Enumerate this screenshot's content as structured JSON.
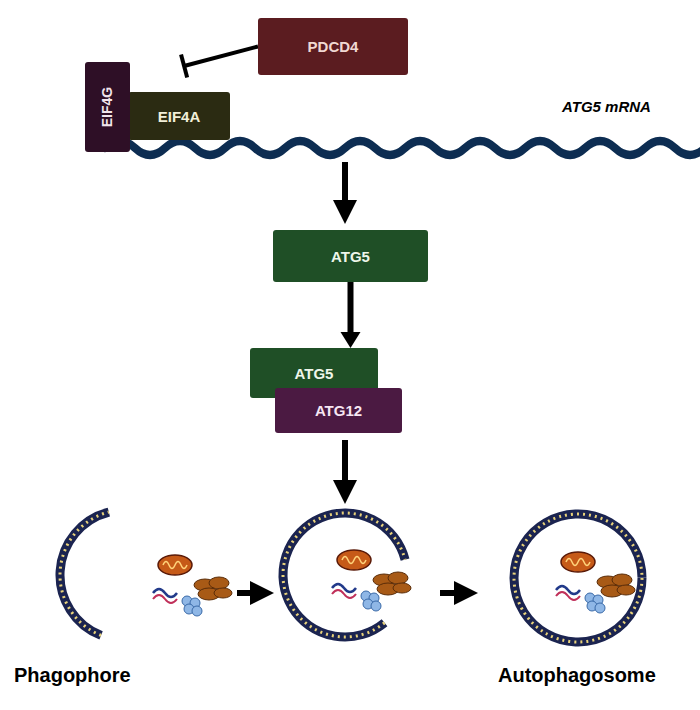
{
  "diagram": {
    "nodes": [
      {
        "text": [
          "PDCD4"
        ]
      },
      {
        "text": [
          "EIF4G"
        ]
      },
      {
        "text": [
          "EIF4A"
        ]
      },
      {
        "text": [
          "ATG5"
        ]
      },
      {
        "text": [
          "ATG5"
        ]
      },
      {
        "text": [
          "ATG12"
        ]
      }
    ],
    "edges": [
      {
        "from": 0,
        "to": 2,
        "arrow": "to"
      },
      {
        "from": 3,
        "to": 4,
        "arrow": "to"
      }
    ],
    "labels": [
      "ATG5 mRNA",
      "Phagophore",
      "Autophagosome"
    ]
  }
}
